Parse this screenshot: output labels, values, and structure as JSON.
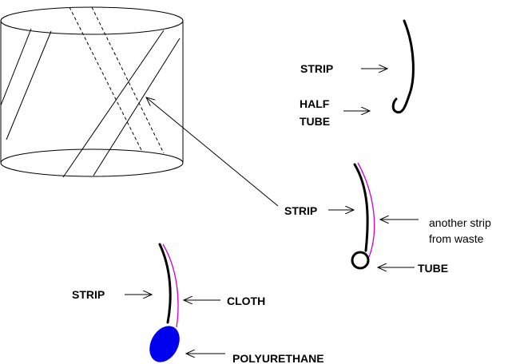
{
  "labels": {
    "strip_top": "STRIP",
    "half": "HALF",
    "tube_top": "TUBE",
    "strip_mid": "STRIP",
    "another_strip_line1": "another strip",
    "another_strip_line2": "from waste",
    "tube_mid": "TUBE",
    "strip_bottom": "STRIP",
    "cloth": "CLOTH",
    "polyurethane": "POLYURETHANE"
  },
  "colors": {
    "outline": "#000000",
    "extra_strip": "#d000d0",
    "polyurethane_fill": "#0000ee"
  }
}
